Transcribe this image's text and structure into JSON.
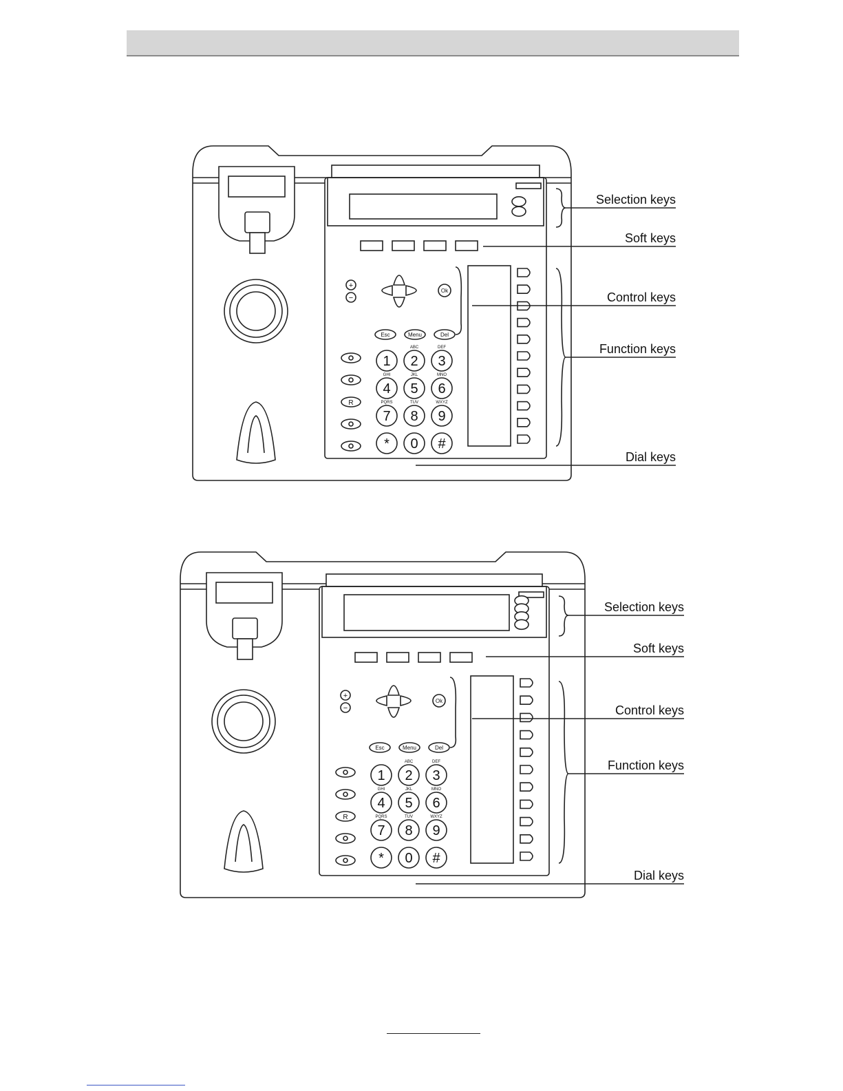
{
  "figures": [
    {
      "id": "top",
      "selection_keys": 2,
      "callouts": {
        "selection_keys": "Selection keys",
        "soft_keys": "Soft keys",
        "control_keys": "Control keys",
        "function_keys": "Function keys",
        "dial_keys": "Dial keys"
      }
    },
    {
      "id": "bottom",
      "selection_keys": 4,
      "callouts": {
        "selection_keys": "Selection keys",
        "soft_keys": "Soft keys",
        "control_keys": "Control keys",
        "function_keys": "Function keys",
        "dial_keys": "Dial keys"
      }
    }
  ],
  "keypad": {
    "digits": [
      "1",
      "2",
      "3",
      "4",
      "5",
      "6",
      "7",
      "8",
      "9",
      "*",
      "0",
      "#"
    ],
    "letters": [
      "",
      "ABC",
      "DEF",
      "GHI",
      "JKL",
      "MNO",
      "PQRS",
      "TUV",
      "WXYZ",
      "",
      "",
      ""
    ],
    "control_labels": {
      "esc": "Esc",
      "menu": "Menu",
      "del": "Del",
      "ok": "Ok"
    },
    "volume_plus": "+",
    "volume_minus": "−",
    "r_key": "R"
  },
  "function_keys_count": 11,
  "soft_keys_count": 4,
  "left_column_icons": [
    "phonebook-icon",
    "mute-icon",
    "r-key",
    "conference-icon",
    "speaker-icon"
  ]
}
